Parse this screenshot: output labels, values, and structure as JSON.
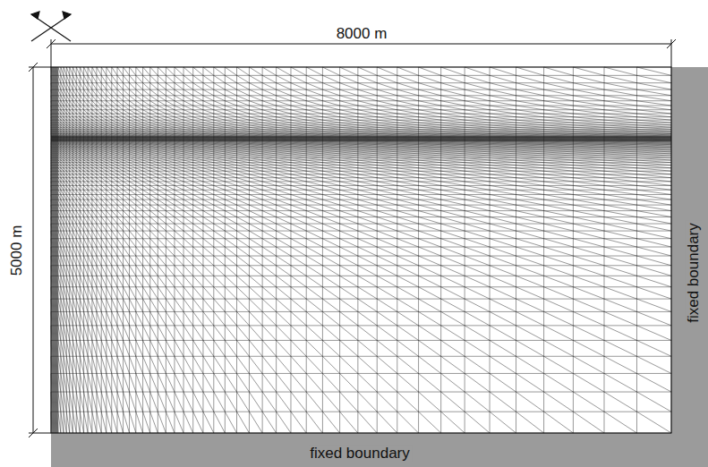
{
  "diagram": {
    "labels": [
      "8000 m",
      "5000 m",
      "fixed boundary",
      "fixed boundary"
    ]
  }
}
